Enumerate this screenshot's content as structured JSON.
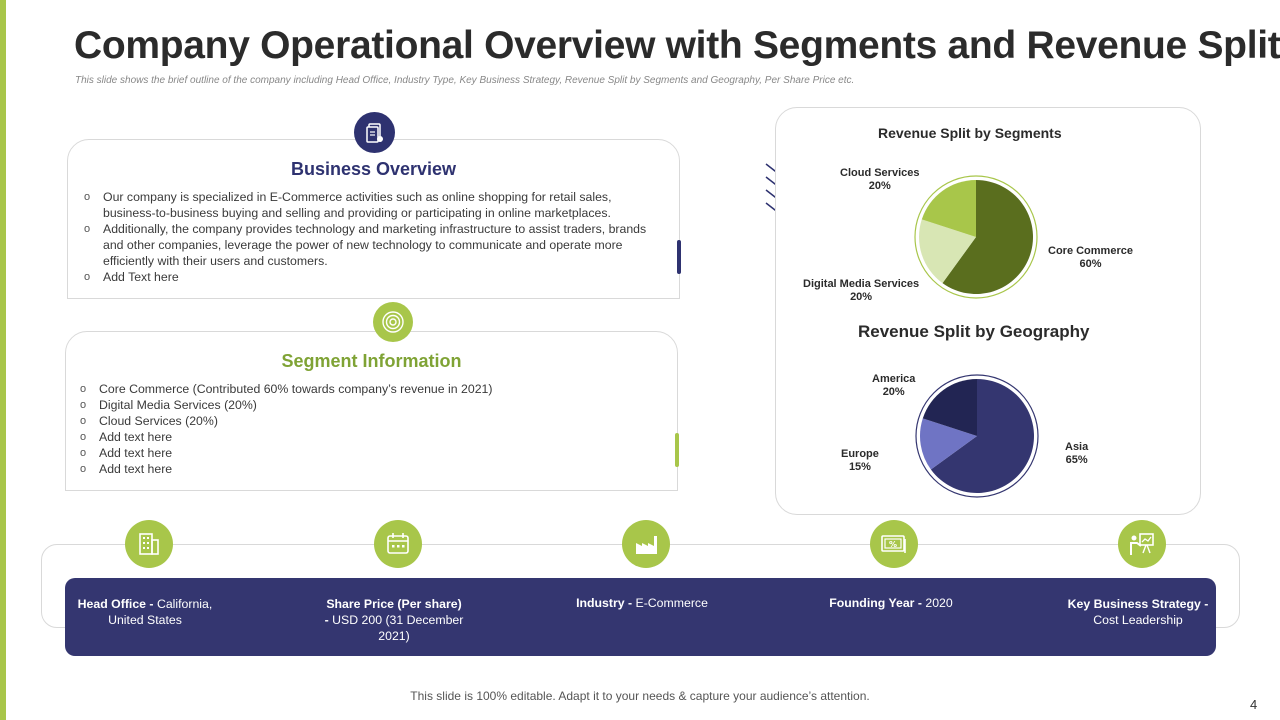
{
  "title": "Company Operational Overview with Segments and Revenue Split",
  "subtitle": "This slide shows the brief outline of the company including Head Office, Industry Type, Key Business Strategy, Revenue Split by Segments and Geography, Per Share Price etc.",
  "business_overview": {
    "heading": "Business Overview",
    "items": [
      "Our company is specialized in E-Commerce  activities such as online shopping for retail sales, business-to-business buying and selling and providing or participating in online marketplaces.",
      "Additionally, the company provides technology and marketing infrastructure to assist traders, brands and other companies, leverage  the power of new technology to communicate and operate more efficiently with their users and customers.",
      "Add Text here"
    ]
  },
  "segment_information": {
    "heading": "Segment Information",
    "items": [
      "Core Commerce (Contributed 60% towards company’s revenue in 2021)",
      "Digital Media Services (20%)",
      "Cloud Services (20%)",
      "Add text here",
      "Add text here",
      "Add text here"
    ]
  },
  "colors": {
    "accent_green": "#a8c64a",
    "navy": "#2e3270",
    "band": "#343670"
  },
  "chart_data": [
    {
      "type": "pie",
      "title": "Revenue Split by Segments",
      "slices": [
        {
          "name": "Core Commerce",
          "value": 60,
          "label": "60%",
          "color": "#5a6e1e"
        },
        {
          "name": "Digital Media Services",
          "value": 20,
          "label": "20%",
          "color": "#d8e6b4"
        },
        {
          "name": "Cloud Services",
          "value": 20,
          "label": "20%",
          "color": "#a8c64a"
        }
      ]
    },
    {
      "type": "pie",
      "title": "Revenue Split by Geography",
      "slices": [
        {
          "name": "Asia",
          "value": 65,
          "label": "65%",
          "color": "#343670"
        },
        {
          "name": "Europe",
          "value": 15,
          "label": "15%",
          "color": "#6f74c4"
        },
        {
          "name": "America",
          "value": 20,
          "label": "20%",
          "color": "#222553"
        }
      ]
    }
  ],
  "info_bar": [
    {
      "icon": "building-icon",
      "label": "Head Office - ",
      "value": "California, United States"
    },
    {
      "icon": "calendar-icon",
      "label": "Share Price (Per share) - ",
      "value": "USD 200 (31 December 2021)"
    },
    {
      "icon": "factory-icon",
      "label": "Industry - ",
      "value": "E-Commerce"
    },
    {
      "icon": "percent-icon",
      "label": "Founding Year - ",
      "value": "2020"
    },
    {
      "icon": "presentation-icon",
      "label": "Key Business Strategy - ",
      "value": "Cost Leadership"
    }
  ],
  "footer": "This slide is 100% editable. Adapt it to your needs & capture your audience’s attention.",
  "page_number": "4"
}
